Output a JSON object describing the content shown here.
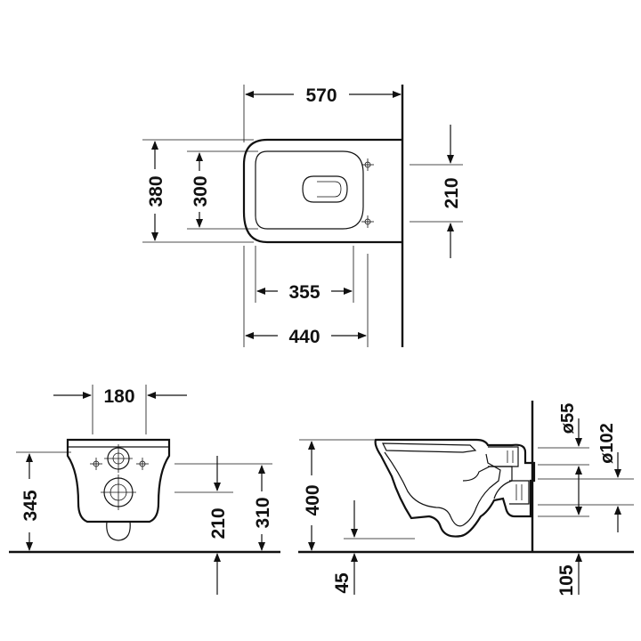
{
  "top_view": {
    "overall_depth": "570",
    "outer_width": "380",
    "inner_width": "300",
    "fixing_spacing": "210",
    "bowl_depth": "355",
    "fixing_depth": "440"
  },
  "front_view": {
    "width_180": "180",
    "rim_height": "345",
    "bolt_height": "210",
    "outlet_height": "310"
  },
  "side_view": {
    "total_height": "400",
    "pan_clearance": "45",
    "inlet_diameter": "ø55",
    "outlet_diameter": "ø102",
    "outlet_height": "105"
  }
}
